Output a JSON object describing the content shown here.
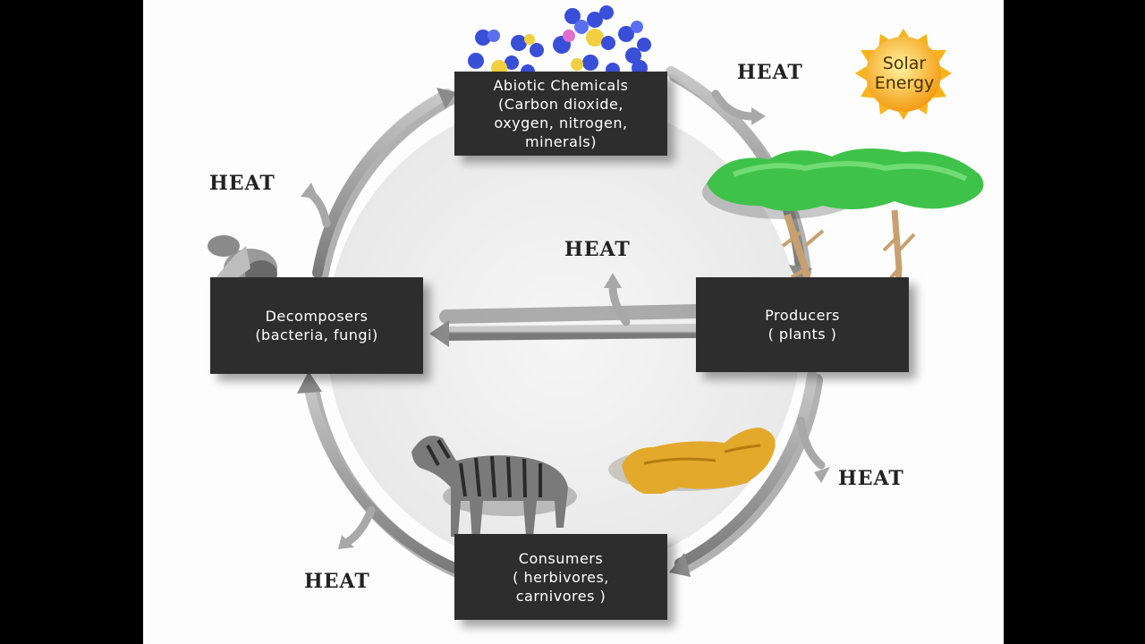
{
  "boxes": {
    "abiotic": "Abiotic Chemicals\n(Carbon dioxide,\noxygen, nitrogen,\nminerals)",
    "producers": "Producers\n( plants )",
    "consumers": "Consumers\n( herbivores,\ncarnivores )",
    "decomposers": "Decomposers\n(bacteria, fungi)"
  },
  "heat_labels": {
    "top_right": "HEAT",
    "top_left": "HEAT",
    "center": "HEAT",
    "right": "HEAT",
    "bottom_left": "HEAT"
  },
  "sun": {
    "label": "Solar\nEnergy"
  },
  "colors": {
    "box_fill": "#2d2d2d",
    "arrow": "#9a9a9a",
    "sun": "#f7b41c",
    "foliage": "#3fc24a",
    "molecule": "#3a4fd8",
    "lion": "#e3a92a"
  }
}
